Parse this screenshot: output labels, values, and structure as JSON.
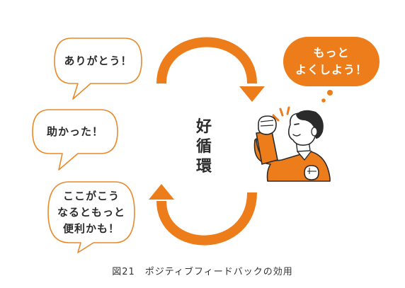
{
  "bubbles": {
    "arigatou": "ありがとう！",
    "tasukatta": "助かった！",
    "kokogakou": [
      "ここがこう",
      "なるともっと",
      "便利かも！"
    ]
  },
  "thought": [
    "もっと",
    "よくしよう！"
  ],
  "cycle_label": [
    "好",
    "循",
    "環"
  ],
  "caption": "図21　ポジティブフィードバックの効用",
  "colors": {
    "accent": "#ED7D1A",
    "bubble_border": "#E8892A",
    "text": "#2b2b2b"
  }
}
